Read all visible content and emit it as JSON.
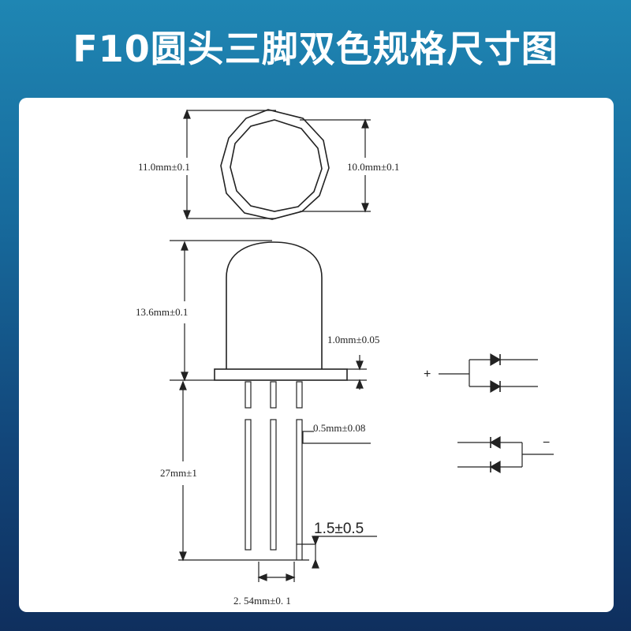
{
  "header": {
    "title": "F10圆头三脚双色规格尺寸图"
  },
  "dimensions": {
    "outer_diameter": "11.0mm±0.1",
    "inner_diameter": "10.0mm±0.1",
    "body_height": "13.6mm±0.1",
    "flange_thickness": "1.0mm±0.05",
    "lead_width": "0.5mm±0.08",
    "lead_length": "27mm±1",
    "lead_offset": "1.5±0.5",
    "pitch": "2. 54mm±0. 1"
  },
  "circuit": {
    "plus": "+",
    "minus": "−"
  }
}
